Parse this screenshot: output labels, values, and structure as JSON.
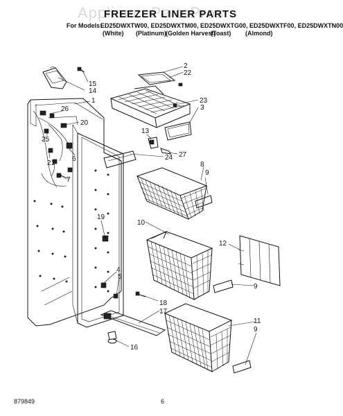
{
  "header": {
    "watermark": "AppliancePartsPros",
    "title": "FREEZER LINER PARTS",
    "models_label": "For Models:",
    "models": "ED25DWXTW00, ED25DWXTM00, ED25DWXTG00, ED25DWXTF00, ED25DWXTN00",
    "colors": [
      {
        "label": "(White)"
      },
      {
        "label": "(Platinum)"
      },
      {
        "label": "(Golden Harvest)"
      },
      {
        "label": "(Toast)"
      },
      {
        "label": "(Almond)"
      }
    ]
  },
  "callouts": [
    "1",
    "2",
    "3",
    "4",
    "5",
    "6",
    "7",
    "8",
    "9",
    "9",
    "9",
    "10",
    "11",
    "12",
    "13",
    "14",
    "15",
    "16",
    "17",
    "18",
    "19",
    "20",
    "21",
    "22",
    "23",
    "24",
    "25",
    "26",
    "27"
  ],
  "footer": {
    "doc_number": "879849",
    "page_number": "6"
  }
}
